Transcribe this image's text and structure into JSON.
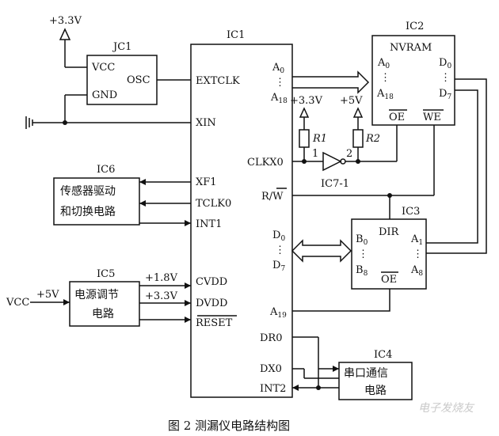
{
  "ic1": {
    "title": "IC1",
    "pins_left": {
      "extclk": "EXTCLK",
      "xin": "XIN",
      "xf1": "XF1",
      "tclk0": "TCLK0",
      "int1": "INT1",
      "cvdd": "CVDD",
      "dvdd": "DVDD",
      "reset": "RESET"
    },
    "pins_right": {
      "a0": "A",
      "a0_sub": "0",
      "a18": "A",
      "a18_sub": "18",
      "clkx0": "CLKX0",
      "rw": "R/",
      "rw_bar": "W",
      "d0": "D",
      "d0_sub": "0",
      "d7": "D",
      "d7_sub": "7",
      "a19": "A",
      "a19_sub": "19",
      "dr0": "DR0",
      "dx0": "DX0",
      "int2": "INT2"
    }
  },
  "ic2": {
    "title": "IC2",
    "name": "NVRAM",
    "a0": "A",
    "a0_sub": "0",
    "a18": "A",
    "a18_sub": "18",
    "d0": "D",
    "d0_sub": "0",
    "d7": "D",
    "d7_sub": "7",
    "oe": "OE",
    "we": "WE"
  },
  "ic3": {
    "title": "IC3",
    "dir": "DIR",
    "b0": "B",
    "b0_sub": "0",
    "b8": "B",
    "b8_sub": "8",
    "a1": "A",
    "a1_sub": "1",
    "a8": "A",
    "a8_sub": "8",
    "oe": "OE"
  },
  "ic4": {
    "title": "IC4",
    "line1": "串口通信",
    "line2": "电路"
  },
  "ic5": {
    "title": "IC5",
    "line1": "电源调节",
    "line2": "电路",
    "vcc": "VCC",
    "plus5": "+5V",
    "v18": "+1.8V",
    "v33": "+3.3V"
  },
  "ic6": {
    "title": "IC6",
    "line1": "传感器驱动",
    "line2": "和切换电路"
  },
  "jc1": {
    "title": "JC1",
    "vcc": "VCC",
    "gnd": "GND",
    "osc": "OSC",
    "supply": "+3.3V"
  },
  "ic7": {
    "label": "IC7-1",
    "pin1": "1",
    "pin2": "2"
  },
  "resistors": {
    "r1": "R1",
    "r2": "R2",
    "v33": "+3.3V",
    "v5": "+5V"
  },
  "dots": "⋮",
  "caption": "图 2  测漏仪电路结构图",
  "watermark": "电子发烧友"
}
